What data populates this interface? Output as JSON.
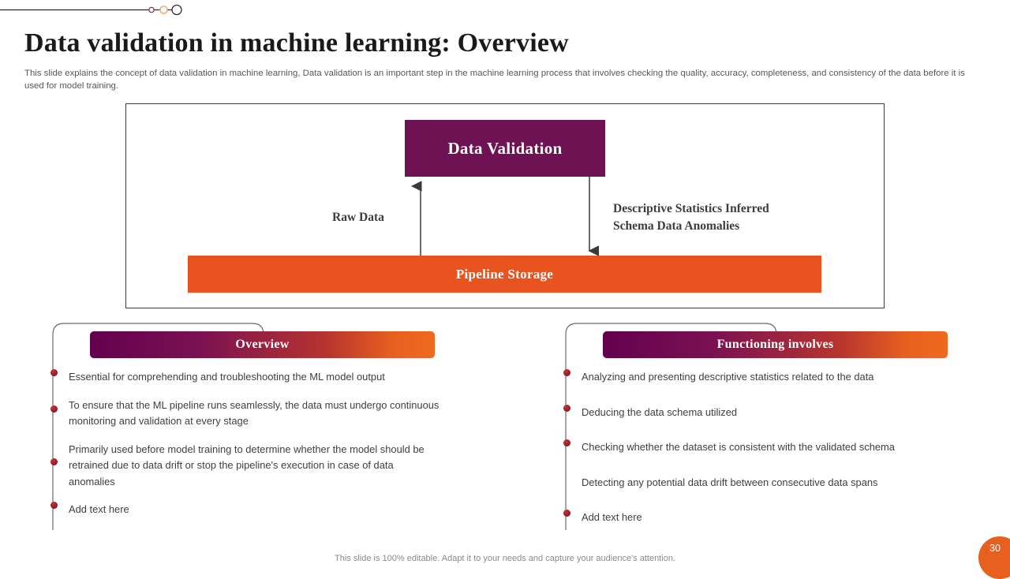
{
  "decoration": {
    "name": "line-with-circles",
    "line_color": "#2b2b2b",
    "circles": [
      {
        "name": "circle-small",
        "color": "#7B2250"
      },
      {
        "name": "circle-medium",
        "color": "#E8A05C"
      },
      {
        "name": "circle-large",
        "color": "#3a2636"
      }
    ]
  },
  "header": {
    "title": "Data validation in machine learning: Overview",
    "subtitle": "This slide explains the concept of data validation in machine learning, Data validation is an important step in the machine learning process that involves checking the quality,  accuracy, completeness, and consistency of the data before it is used for model training."
  },
  "diagram": {
    "validation_box": {
      "label": "Data Validation",
      "color": "#6E1254"
    },
    "pipeline_box": {
      "label": "Pipeline Storage",
      "color": "#E8531F"
    },
    "arrows": [
      {
        "name": "arrow-up-raw-data",
        "label": "Raw Data",
        "direction": "up"
      },
      {
        "name": "arrow-down-outputs",
        "label": "Descriptive Statistics Inferred Schema Data Anomalies",
        "label_line_1": "Descriptive Statistics Inferred",
        "label_line_2": "Schema Data Anomalies",
        "direction": "down"
      }
    ]
  },
  "sections": [
    {
      "id": "overview",
      "title": "Overview",
      "bullets": [
        {
          "text": "Essential for comprehending and troubleshooting the ML model output",
          "has_dot": true
        },
        {
          "text": "To ensure that the ML pipeline runs seamlessly, the data must undergo continuous monitoring and validation at every stage",
          "has_dot": true
        },
        {
          "text": "Primarily used before model training to determine whether the model should be retrained due to data drift or stop the pipeline's execution in case of data anomalies",
          "has_dot": true
        },
        {
          "text": "Add text here",
          "has_dot": true
        }
      ]
    },
    {
      "id": "functioning",
      "title": "Functioning involves",
      "bullets": [
        {
          "text": "Analyzing and presenting descriptive statistics related to the data",
          "has_dot": true
        },
        {
          "text": "Deducing the data schema utilized",
          "has_dot": true
        },
        {
          "text": "Checking whether the dataset is consistent with the validated schema",
          "has_dot": true
        },
        {
          "text": "Detecting any potential data drift between consecutive data spans",
          "has_dot": false
        },
        {
          "text": "Add text here",
          "has_dot": true
        }
      ]
    }
  ],
  "footer": {
    "note": "This slide is 100% editable. Adapt it to your needs and capture your audience's attention.",
    "page_number": "30",
    "badge_color": "#E8601F"
  },
  "theme": {
    "purple": "#6E1254",
    "orange": "#E8531F",
    "bullet_red": "#9E1B2F",
    "text_gray": "#3f3f3f"
  }
}
